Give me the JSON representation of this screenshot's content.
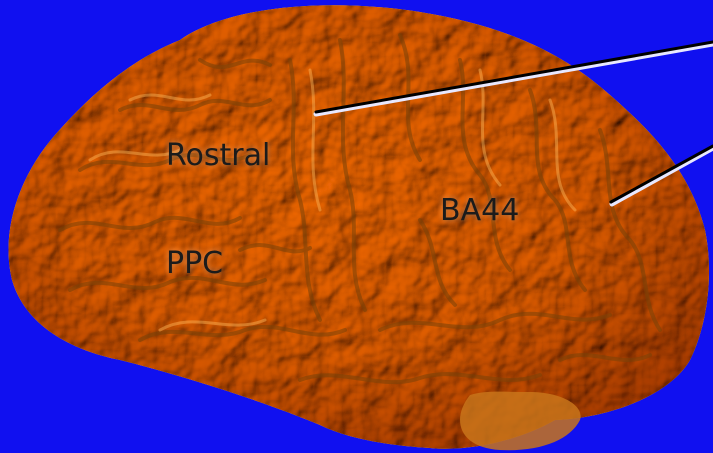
{
  "labels": {
    "rostral_ppc_line1": "Rostral",
    "rostral_ppc_line2": "PPC",
    "ba44": "BA44"
  },
  "colors": {
    "background": "#1010f0",
    "brain": "#e08a25",
    "brain_shadow": "#7a4208",
    "leader_line": "#000000",
    "leader_line_highlight": "#e8e8ff"
  }
}
